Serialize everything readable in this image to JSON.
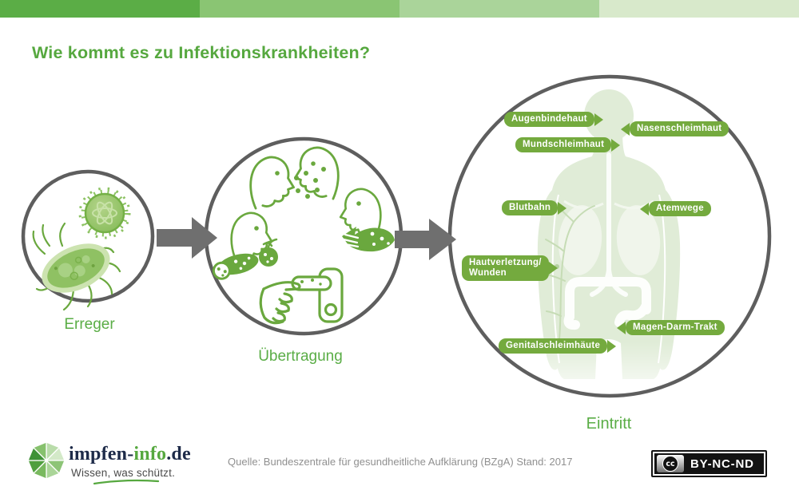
{
  "header": {
    "title": "Wie kommt es zu Infektionskrankheiten?",
    "bar_segment_colors": [
      "#5bad46",
      "#8ac573",
      "#aad49a",
      "#d8e9cb"
    ]
  },
  "diagram": {
    "stages": [
      {
        "label": "Erreger",
        "icons": [
          "virus-icon",
          "bacterium-icon"
        ]
      },
      {
        "label": "Übertragung",
        "icons": [
          "droplet-infection-icon",
          "contaminated-food-icon",
          "eating-contaminated-food-icon",
          "door-handle-smear-icon"
        ]
      },
      {
        "label": "Eintritt",
        "icons": [
          "body-silhouette"
        ]
      }
    ],
    "entry_points": [
      {
        "label": "Augenbindehaut",
        "pointer": "right"
      },
      {
        "label": "Nasenschleimhaut",
        "pointer": "left"
      },
      {
        "label": "Mundschleimhaut",
        "pointer": "right"
      },
      {
        "label": "Blutbahn",
        "pointer": "right"
      },
      {
        "label": "Atemwege",
        "pointer": "left"
      },
      {
        "label": "Hautverletzung/\nWunden",
        "pointer": "right"
      },
      {
        "label": "Magen-Darm-Trakt",
        "pointer": "left"
      },
      {
        "label": "Genitalschleimhäute",
        "pointer": "right"
      }
    ]
  },
  "footer": {
    "logo": {
      "icon": "umbrella-icon",
      "brand_prefix": "impfen-",
      "brand_highlight": "info",
      "brand_suffix": ".de",
      "tagline": "Wissen, was schützt."
    },
    "source": "Quelle: Bundeszentrale für gesundheitliche Aufklärung (BZgA) Stand: 2017",
    "license": {
      "cc_symbol": "cc",
      "label": "BY-NC-ND"
    }
  },
  "colors": {
    "accent_green": "#56a83f",
    "tag_green": "#74aa3e",
    "ring_gray": "#5e5e5e",
    "arrow_gray": "#6f6f6f",
    "body_fill": "#e0ecd7"
  }
}
